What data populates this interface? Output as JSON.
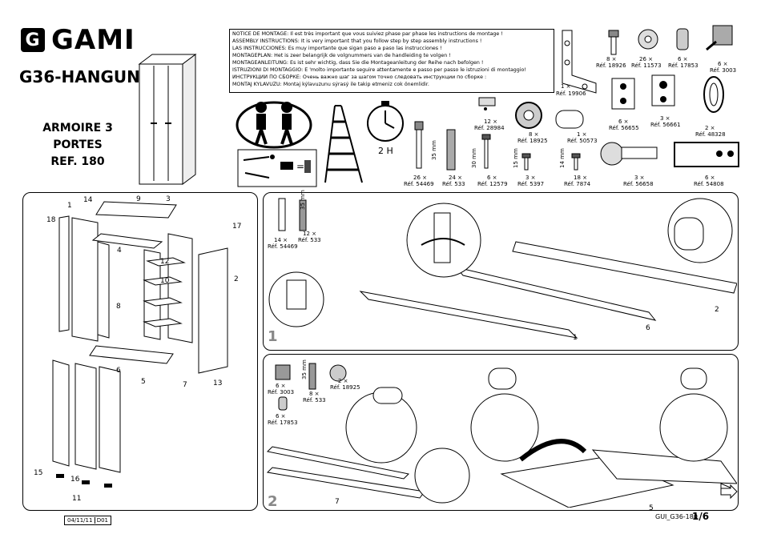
{
  "brand": {
    "name": "GAMI",
    "logo_letter": "G"
  },
  "model": "G36-HANGUN",
  "product": {
    "line1": "ARMOIRE 3 PORTES",
    "line2": "REF. 180"
  },
  "notices": [
    "NOTICE DE MONTAGE: Il est très important que vous suiviez phase par phase les instructions de montage !",
    "ASSEMBLY INSTRUCTIONS: It is very important that you follow step by step assembly instructions !",
    "LAS INSTRUCCIONES: Es muy importante que sigan paso a paso las instrucciones !",
    "MONTAGEPLAN: Het is zeer belangrijk de volgnummers van de handleiding te volgen !",
    "MONTAGEANLEITUNG: Es ist sehr wichtig, dass Sie die Montageanleitung der Reihe nach befolgen !",
    "ISTRUZIONI DI MONTAGGIO: E 'molto importante seguire attentamente e passo per passo le istruzioni di montaggio!",
    "ИНСТРУКЦИИ ПО СБОРКЕ: Очень важно шаг за шагом точно следовать инструкции по сборке :",
    "MONTAJ KYLAVUZU: Montaj kýlavuzunu sýrasý ile takip etmeniz cok önemlidir."
  ],
  "time": "2 H",
  "hardware": [
    {
      "qty": "8 ×",
      "ref": "Réf. 18926"
    },
    {
      "qty": "26 ×",
      "ref": "Réf. 11573"
    },
    {
      "qty": "6 ×",
      "ref": "Réf. 17853"
    },
    {
      "qty": "6 ×",
      "ref": "Réf. 3003"
    },
    {
      "qty": "1 ×",
      "ref": "Réf. 19906"
    },
    {
      "qty": "12 ×",
      "ref": "Réf. 28984"
    },
    {
      "qty": "8 ×",
      "ref": "Réf. 18925"
    },
    {
      "qty": "1 ×",
      "ref": "Réf. 50573"
    },
    {
      "qty": "6 ×",
      "ref": "Réf. 56655"
    },
    {
      "qty": "3 ×",
      "ref": "Réf. 56661"
    },
    {
      "qty": "2 ×",
      "ref": "Réf. 48328"
    },
    {
      "qty": "26 ×",
      "ref": "Réf. 54469"
    },
    {
      "qty": "24 ×",
      "ref": "Réf. 533"
    },
    {
      "qty": "6 ×",
      "ref": "Réf. 12579"
    },
    {
      "qty": "3 ×",
      "ref": "Réf. 5397"
    },
    {
      "qty": "18 ×",
      "ref": "Réf. 7874"
    },
    {
      "qty": "3 ×",
      "ref": "Réf. 56658"
    },
    {
      "qty": "6 ×",
      "ref": "Réf. 54808"
    }
  ],
  "dims": {
    "d35": "35 mm",
    "d30": "30 mm",
    "d15": "15 mm",
    "d14": "14 mm"
  },
  "parts": [
    "1",
    "2",
    "3",
    "4",
    "5",
    "6",
    "7",
    "8",
    "9",
    "10",
    "11",
    "12",
    "13",
    "14",
    "15",
    "16",
    "17",
    "18"
  ],
  "step1": {
    "number": "1",
    "items": [
      {
        "qty": "14 ×",
        "ref": "Réf. 54469"
      },
      {
        "qty": "12 ×",
        "ref": "Réf. 533"
      }
    ],
    "dim": "35 mm",
    "labels": [
      "1",
      "6",
      "2"
    ]
  },
  "step2": {
    "number": "2",
    "items": [
      {
        "qty": "6 ×",
        "ref": "Réf. 3003"
      },
      {
        "qty": "8 ×",
        "ref": "Réf. 533"
      },
      {
        "qty": "2 ×",
        "ref": "Réf. 18925"
      },
      {
        "qty": "6 ×",
        "ref": "Réf. 17853"
      }
    ],
    "dim": "35 mm",
    "labels": [
      "7",
      "5"
    ]
  },
  "footer": {
    "date": "04/11/11",
    "rev": "D01",
    "doc": "GUI_G36-180",
    "page": "1/6"
  }
}
